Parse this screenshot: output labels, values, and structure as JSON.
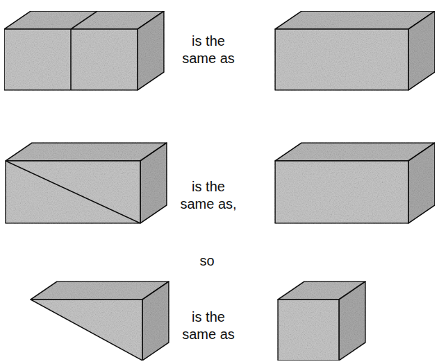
{
  "diagram": {
    "labels": [
      "is the same as",
      "is the same as,",
      "so",
      "is the same as"
    ]
  }
}
